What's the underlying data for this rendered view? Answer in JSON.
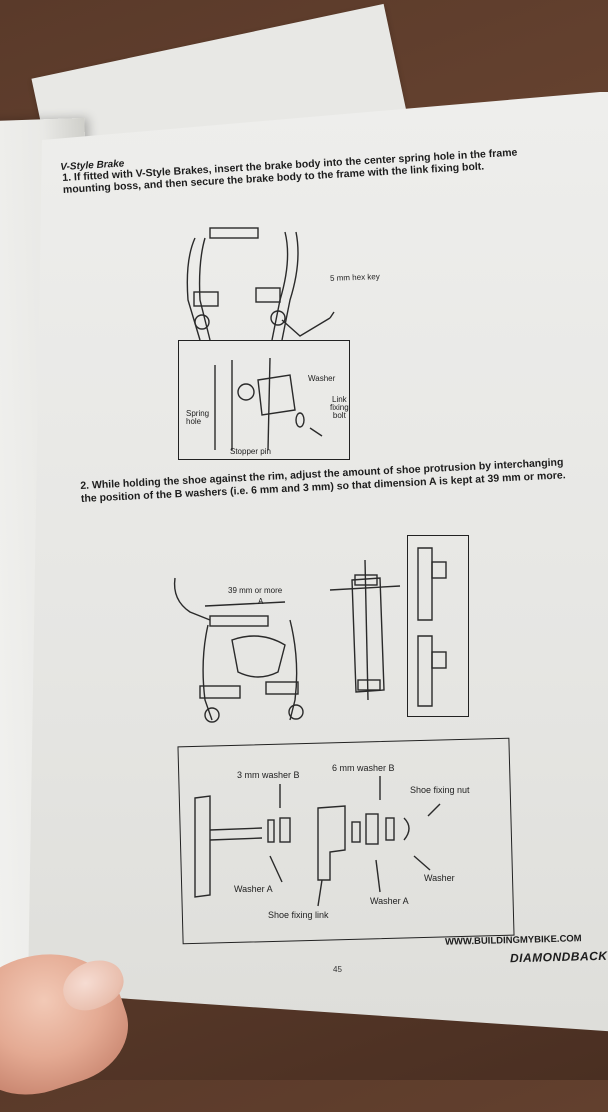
{
  "manual": {
    "section_title": "V-Style Brake",
    "step1": "1. If fitted with V-Style Brakes, insert the brake body into the center spring hole in the frame mounting boss, and then secure the brake body to the frame with the link fixing bolt.",
    "step2": "2. While holding the shoe against the rim, adjust the amount of shoe protrusion by interchanging the position of the B washers (i.e. 6 mm and 3 mm) so that dimension A is kept at 39 mm or more.",
    "fig1": {
      "hex_key": "5 mm hex key",
      "washer": "Washer",
      "link_fixing_bolt": [
        "Link",
        "fixing",
        "bolt"
      ],
      "spring_hole": [
        "Spring",
        "hole"
      ],
      "stopper_pin": "Stopper pin"
    },
    "fig2": {
      "dimension": "39 mm or more",
      "dimension_letter": "A"
    },
    "fig3": {
      "washer_b_3mm": "3 mm washer B",
      "washer_b_6mm": "6 mm washer B",
      "shoe_fixing_nut": "Shoe fixing nut",
      "washer": "Washer",
      "washer_a_left": "Washer A",
      "washer_a_right": "Washer A",
      "shoe_fixing_link": "Shoe fixing link"
    },
    "footer": {
      "url": "WWW.BUILDINGMYBIKE.COM",
      "brand": "DIAMONDBACK",
      "page_number": "45"
    }
  }
}
